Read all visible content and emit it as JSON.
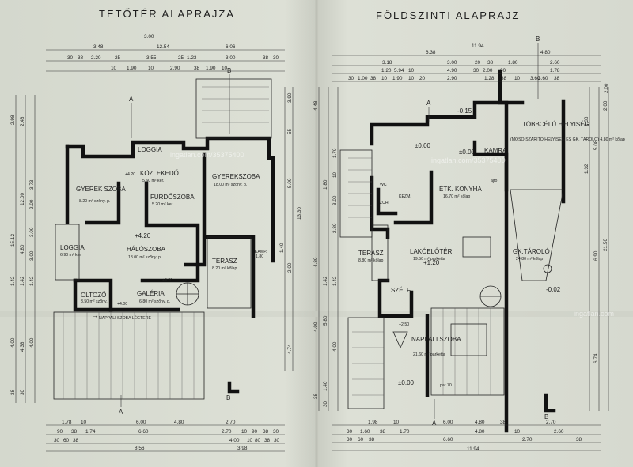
{
  "titles": {
    "upper": "TETŐTÉR ALAPRAJZA",
    "ground": "FÖLDSZINTI ALAPRAJZ"
  },
  "upper_rooms": [
    {
      "name": "LOGGIA",
      "area": ""
    },
    {
      "name": "KÖZLEKEDŐ",
      "area": "5.60 m² ker."
    },
    {
      "name": "GYEREK SZOBA",
      "area": "8.20 m² szőny. p."
    },
    {
      "name": "FÜRDŐSZOBA",
      "area": "5.20 m² ker."
    },
    {
      "name": "GYEREKSZOBA",
      "area": "18.00 m² szőny. p."
    },
    {
      "name": "LOGGIA",
      "area": "6.90 m² ker."
    },
    {
      "name": "HÁLÓSZOBA",
      "area": "18.00 m² szőny. p."
    },
    {
      "name": "TERASZ",
      "area": "8.20 m² kőlap"
    },
    {
      "name": "ÖLTÖZŐ",
      "area": "3.50 m² szőny."
    },
    {
      "name": "GALÉRIA",
      "area": "6.80 m² szőny. p."
    },
    {
      "name": "NAPPALI SZOBA LÉGTERE",
      "area": ""
    }
  ],
  "ground_rooms": [
    {
      "name": "TÖBBCÉLÚ HELYISÉG",
      "area": "(MOSÓ-SZÁRÍTÓ HELYISÉG ÉS GK. TÁROLÓ) 4.80 m² kőlap"
    },
    {
      "name": "KAMRA",
      "area": ""
    },
    {
      "name": "ÉTK. KONYHA",
      "area": "16.70 m² kőlap"
    },
    {
      "name": "WC",
      "area": ""
    },
    {
      "name": "ZUH.",
      "area": ""
    },
    {
      "name": "KÉZM.",
      "area": ""
    },
    {
      "name": "TERASZ",
      "area": "8.80 m² kőlap"
    },
    {
      "name": "LAKÓELŐTÉR",
      "area": "19.50 m² parketta"
    },
    {
      "name": "GK.TÁROLÓ",
      "area": "24.80 m² kőlap"
    },
    {
      "name": "SZÉLF.",
      "area": ""
    },
    {
      "name": "NAPPALI SZOBA",
      "area": "21.60 m² parketta"
    }
  ],
  "upper_levels": [
    "+4.20",
    "+4.20",
    "+4.20",
    "+4.00"
  ],
  "ground_levels": [
    "-0.15",
    "±0.00",
    "±0.00",
    "+1.20",
    "-0.02",
    "±0.00"
  ],
  "section_marks": [
    "A",
    "B",
    "A",
    "B",
    "A",
    "B",
    "A",
    "B"
  ],
  "upper_dims": {
    "top1": [
      "3.48",
      "12.54",
      "6.06"
    ],
    "top2": [
      "30",
      "38",
      "2.20",
      "25",
      "3.55",
      "25",
      "1.23",
      "3.00",
      "38",
      "30"
    ],
    "top3": [
      "10",
      "1.90",
      "10",
      "2.90",
      "38",
      "1.90",
      "10"
    ],
    "top4": [
      "3.00"
    ],
    "bottom1": [
      "1.78",
      "10",
      "6.00",
      "4.80",
      "2.70"
    ],
    "bottom2": [
      "90",
      "38",
      "1.74",
      "6.60",
      "2.70",
      "10",
      "90",
      "38",
      "30"
    ],
    "bottom3": [
      "30",
      "60",
      "38",
      "4.00",
      "10",
      "80",
      "38",
      "30"
    ],
    "bottom4": [
      "8.56",
      "3.98"
    ],
    "left": [
      "2.98",
      "2.48",
      "3.73",
      "12.00",
      "2.00",
      "15.12",
      "4.80",
      "3.00",
      "3.00",
      "1.42",
      "1.42",
      "1.42",
      "4.00",
      "4.38",
      "4.00",
      "38",
      "30"
    ],
    "right": [
      "3.90",
      "55",
      "5.00",
      "13.30",
      "1.40",
      "2.00",
      "4.74"
    ]
  },
  "ground_dims": {
    "top1": [
      "6.38",
      "11.94",
      "4.80"
    ],
    "top2": [
      "3.18",
      "1.20",
      "5.94",
      "10",
      "3.00",
      "20",
      "38",
      "1.80",
      "2.60"
    ],
    "top3": [
      "30",
      "1.00",
      "38",
      "4.90",
      "30",
      "2.00",
      "30",
      "3.60",
      "1.78",
      "2.00"
    ],
    "top4": [
      "10",
      "1.90",
      "10",
      "20",
      "2.90",
      "1.28",
      "38",
      "10",
      "3.60",
      "38"
    ],
    "bottom1": [
      "1.98",
      "10",
      "6.00",
      "4.80",
      "38",
      "2.70"
    ],
    "bottom2": [
      "30",
      "1.60",
      "38",
      "1.70",
      "4.80",
      "10",
      "2.60"
    ],
    "bottom3": [
      "30",
      "60",
      "38",
      "6.60",
      "2.70",
      "38"
    ],
    "bottom4": [
      "11.94"
    ],
    "left": [
      "4.48",
      "1.70",
      "1.80",
      "10",
      "3.00",
      "2.80",
      "4.80",
      "1.42",
      "1.42",
      "4.00",
      "5.80",
      "1.40",
      "4.00",
      "38",
      "30"
    ],
    "right": [
      "2.38",
      "2.00",
      "5.08",
      "1.32",
      "6.90",
      "21.50",
      "6.74"
    ]
  },
  "misc_labels": {
    "upper_window_1": "KAMP.",
    "upper_window_2": "1.80",
    "ground_door": "ajtó",
    "ground_stair": "par 70",
    "ground_landing": "+2.50",
    "upper_stair_arrow": "→"
  },
  "watermarks": [
    "ingatlan.com/35375400",
    "ingatlan.com/35375400",
    "ingatlan.com"
  ]
}
